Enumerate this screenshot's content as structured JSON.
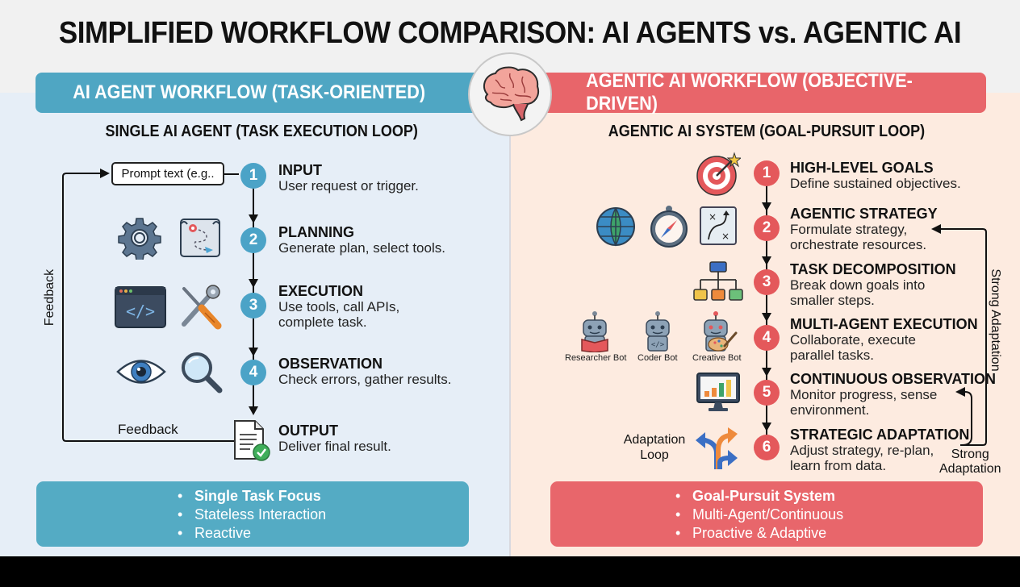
{
  "title": "SIMPLIFIED WORKFLOW COMPARISON: AI AGENTS vs. AGENTIC AI",
  "center_icon": "brain-icon",
  "colors": {
    "agent_accent": "#4fa6c3",
    "agentic_accent": "#e8656a",
    "left_bg": "#e6eef7",
    "right_bg": "#fdebe0"
  },
  "left": {
    "banner": "AI AGENT WORKFLOW (TASK-ORIENTED)",
    "subheading": "SINGLE AI AGENT (TASK EXECUTION LOOP)",
    "prompt_box": "Prompt text (e.g..",
    "feedback_vertical": "Feedback",
    "feedback_horizontal": "Feedback",
    "steps": [
      {
        "num": "1",
        "title": "INPUT",
        "desc": [
          "User request or trigger."
        ],
        "icons": [
          "prompt-box"
        ]
      },
      {
        "num": "2",
        "title": "PLANNING",
        "desc": [
          "Generate plan, select tools."
        ],
        "icons": [
          "gear-icon",
          "map-icon"
        ]
      },
      {
        "num": "3",
        "title": "EXECUTION",
        "desc": [
          "Use tools, call APIs,",
          "complete task."
        ],
        "icons": [
          "code-window-icon",
          "tools-icon"
        ]
      },
      {
        "num": "4",
        "title": "OBSERVATION",
        "desc": [
          "Check errors, gather results."
        ],
        "icons": [
          "eye-icon",
          "magnifier-icon"
        ]
      },
      {
        "num": "",
        "title": "OUTPUT",
        "desc": [
          "Deliver final result."
        ],
        "icons": [
          "document-check-icon"
        ]
      }
    ],
    "summary": [
      "Single Task Focus",
      "Stateless Interaction",
      "Reactive"
    ]
  },
  "right": {
    "banner": "AGENTIC AI WORKFLOW (OBJECTIVE-DRIVEN)",
    "subheading": "AGENTIC AI SYSTEM (GOAL-PURSUIT LOOP)",
    "steps": [
      {
        "num": "1",
        "title": "HIGH-LEVEL GOALS",
        "desc": [
          "Define sustained objectives."
        ],
        "icons": [
          "target-icon"
        ]
      },
      {
        "num": "2",
        "title": "AGENTIC STRATEGY",
        "desc": [
          "Formulate strategy,",
          "orchestrate resources."
        ],
        "icons": [
          "globe-icon",
          "compass-icon",
          "strategy-board-icon"
        ]
      },
      {
        "num": "3",
        "title": "TASK DECOMPOSITION",
        "desc": [
          "Break down goals into",
          "smaller steps."
        ],
        "icons": [
          "hierarchy-icon"
        ]
      },
      {
        "num": "4",
        "title": "MULTI-AGENT EXECUTION",
        "desc": [
          "Collaborate, execute",
          "parallel tasks."
        ],
        "icons": [
          "researcher-bot-icon",
          "coder-bot-icon",
          "creative-bot-icon"
        ]
      },
      {
        "num": "5",
        "title": "CONTINUOUS OBSERVATION",
        "desc": [
          "Monitor progress, sense",
          "environment."
        ],
        "icons": [
          "monitor-chart-icon"
        ]
      },
      {
        "num": "6",
        "title": "STRATEGIC ADAPTATION",
        "desc": [
          "Adjust strategy, re-plan,",
          "learn from data."
        ],
        "icons": [
          "branch-arrows-icon"
        ]
      }
    ],
    "bots": [
      "Researcher Bot",
      "Coder Bot",
      "Creative Bot"
    ],
    "adaptation_loop": [
      "Adaptation",
      "Loop"
    ],
    "strong_adaptation_vertical": "Strong Adaptation",
    "strong_adaptation_bottom": [
      "Strong",
      "Adaptation"
    ],
    "summary": [
      "Goal-Pursuit System",
      "Multi-Agent/Continuous",
      "Proactive & Adaptive"
    ]
  }
}
